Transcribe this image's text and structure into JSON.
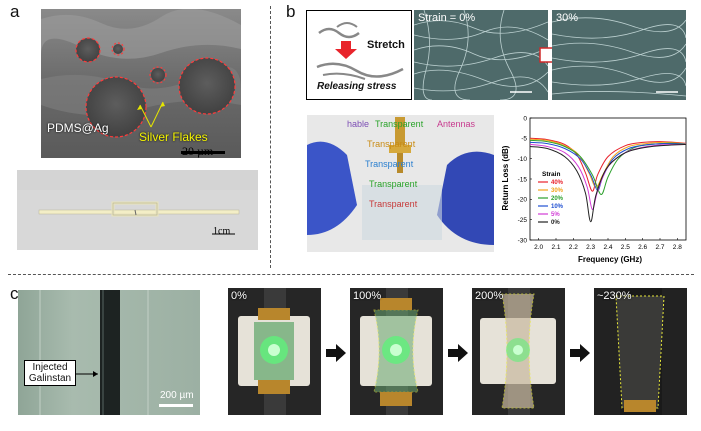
{
  "panels": {
    "a": {
      "label": "a",
      "sem_label_particle": "PDMS@Ag",
      "sem_label_flakes": "Silver Flakes",
      "sem_scale": "20 µm",
      "photo_scale": "1cm"
    },
    "b": {
      "label": "b",
      "stretch_label": "Stretch",
      "release_label": "Releasing stress",
      "strain_0": "Strain = 0%",
      "strain_30": "30%",
      "antenna_words": [
        "hable",
        "Transparent",
        "Antennas",
        "Transparent",
        "Transparent",
        "Transparent",
        "Transparent"
      ]
    },
    "c": {
      "label": "c",
      "injected_label": "Injected\nGalinstan",
      "micro_scale": "200 µm",
      "stages": [
        "0%",
        "100%",
        "200%",
        "~230%"
      ]
    }
  },
  "colors": {
    "chart_40": "#e8212b",
    "chart_30": "#f2a31b",
    "chart_20": "#2ca02c",
    "chart_10": "#1f4fd1",
    "chart_5": "#d23bd6",
    "chart_0": "#222222"
  },
  "chart_data": {
    "type": "line",
    "title": "",
    "xlabel": "Frequency (GHz)",
    "ylabel": "Return Loss (dB)",
    "xlim": [
      1.95,
      2.85
    ],
    "ylim": [
      -30,
      0
    ],
    "xticks": [
      "2.0",
      "2.1",
      "2.2",
      "2.3",
      "2.4",
      "2.5",
      "2.6",
      "2.7",
      "2.8"
    ],
    "yticks": [
      "0",
      "-5",
      "-10",
      "-15",
      "-20",
      "-25",
      "-30"
    ],
    "legend_title": "Strain",
    "legend_position": "left-center",
    "series": [
      {
        "name": "40%",
        "color": "#e8212b",
        "points": [
          [
            1.95,
            -5.0
          ],
          [
            2.05,
            -5.3
          ],
          [
            2.15,
            -6.5
          ],
          [
            2.22,
            -9.0
          ],
          [
            2.27,
            -13.5
          ],
          [
            2.31,
            -18.0
          ],
          [
            2.34,
            -14.0
          ],
          [
            2.4,
            -9.5
          ],
          [
            2.5,
            -6.8
          ],
          [
            2.6,
            -6.0
          ],
          [
            2.7,
            -5.8
          ],
          [
            2.85,
            -6.2
          ]
        ]
      },
      {
        "name": "30%",
        "color": "#f2a31b",
        "points": [
          [
            1.95,
            -5.2
          ],
          [
            2.05,
            -5.5
          ],
          [
            2.15,
            -6.8
          ],
          [
            2.23,
            -9.0
          ],
          [
            2.29,
            -13.5
          ],
          [
            2.33,
            -17.0
          ],
          [
            2.37,
            -14.0
          ],
          [
            2.43,
            -9.5
          ],
          [
            2.52,
            -7.0
          ],
          [
            2.62,
            -6.3
          ],
          [
            2.72,
            -6.0
          ],
          [
            2.85,
            -6.3
          ]
        ]
      },
      {
        "name": "20%",
        "color": "#2ca02c",
        "points": [
          [
            1.95,
            -5.5
          ],
          [
            2.05,
            -5.8
          ],
          [
            2.15,
            -7.0
          ],
          [
            2.24,
            -9.5
          ],
          [
            2.31,
            -14.0
          ],
          [
            2.36,
            -18.8
          ],
          [
            2.4,
            -14.5
          ],
          [
            2.46,
            -10.0
          ],
          [
            2.55,
            -7.3
          ],
          [
            2.65,
            -6.5
          ],
          [
            2.75,
            -6.2
          ],
          [
            2.85,
            -6.4
          ]
        ]
      },
      {
        "name": "10%",
        "color": "#1f4fd1",
        "points": [
          [
            1.95,
            -6.0
          ],
          [
            2.05,
            -6.3
          ],
          [
            2.15,
            -7.5
          ],
          [
            2.24,
            -10.0
          ],
          [
            2.3,
            -14.0
          ],
          [
            2.34,
            -17.8
          ],
          [
            2.37,
            -14.5
          ],
          [
            2.43,
            -10.0
          ],
          [
            2.52,
            -7.5
          ],
          [
            2.62,
            -6.6
          ],
          [
            2.72,
            -6.3
          ],
          [
            2.85,
            -6.4
          ]
        ]
      },
      {
        "name": "5%",
        "color": "#d23bd6",
        "points": [
          [
            1.95,
            -6.5
          ],
          [
            2.05,
            -7.0
          ],
          [
            2.15,
            -8.5
          ],
          [
            2.23,
            -12.0
          ],
          [
            2.28,
            -17.0
          ],
          [
            2.31,
            -22.5
          ],
          [
            2.34,
            -18.0
          ],
          [
            2.4,
            -12.0
          ],
          [
            2.5,
            -8.5
          ],
          [
            2.6,
            -7.2
          ],
          [
            2.72,
            -6.6
          ],
          [
            2.85,
            -6.5
          ]
        ]
      },
      {
        "name": "0%",
        "color": "#222222",
        "points": [
          [
            1.95,
            -7.0
          ],
          [
            2.05,
            -7.5
          ],
          [
            2.15,
            -9.5
          ],
          [
            2.22,
            -13.0
          ],
          [
            2.27,
            -18.5
          ],
          [
            2.3,
            -25.5
          ],
          [
            2.33,
            -19.0
          ],
          [
            2.39,
            -12.5
          ],
          [
            2.48,
            -9.0
          ],
          [
            2.58,
            -7.5
          ],
          [
            2.7,
            -6.8
          ],
          [
            2.85,
            -6.5
          ]
        ]
      }
    ]
  }
}
